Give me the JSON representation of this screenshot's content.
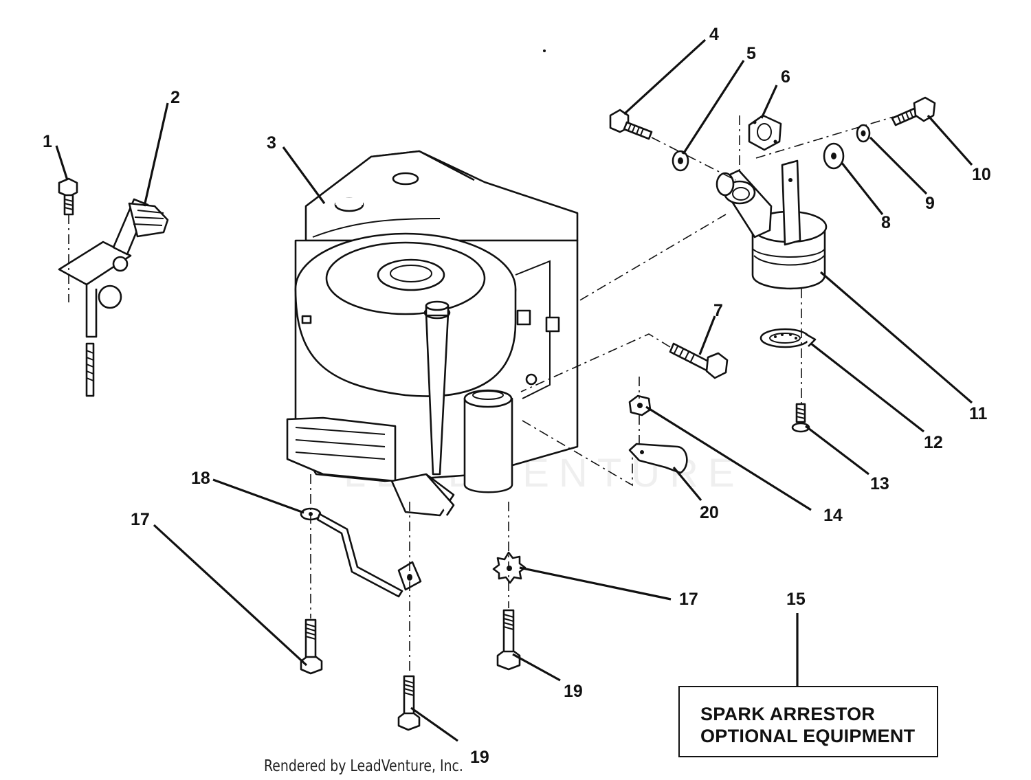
{
  "callouts": [
    {
      "id": "c1",
      "label": "1"
    },
    {
      "id": "c2",
      "label": "2"
    },
    {
      "id": "c3",
      "label": "3"
    },
    {
      "id": "c4",
      "label": "4"
    },
    {
      "id": "c5",
      "label": "5"
    },
    {
      "id": "c6",
      "label": "6"
    },
    {
      "id": "c7",
      "label": "7"
    },
    {
      "id": "c8",
      "label": "8"
    },
    {
      "id": "c9",
      "label": "9"
    },
    {
      "id": "c10",
      "label": "10"
    },
    {
      "id": "c11",
      "label": "11"
    },
    {
      "id": "c12",
      "label": "12"
    },
    {
      "id": "c13",
      "label": "13"
    },
    {
      "id": "c14",
      "label": "14"
    },
    {
      "id": "c15",
      "label": "15"
    },
    {
      "id": "c17a",
      "label": "17"
    },
    {
      "id": "c17b",
      "label": "17"
    },
    {
      "id": "c18",
      "label": "18"
    },
    {
      "id": "c19a",
      "label": "19"
    },
    {
      "id": "c19b",
      "label": "19"
    },
    {
      "id": "c20",
      "label": "20"
    }
  ],
  "note": {
    "line1": "SPARK ARRESTOR",
    "line2": "OPTIONAL EQUIPMENT"
  },
  "watermark": "LEADVENTURE",
  "credit": "Rendered by LeadVenture, Inc."
}
